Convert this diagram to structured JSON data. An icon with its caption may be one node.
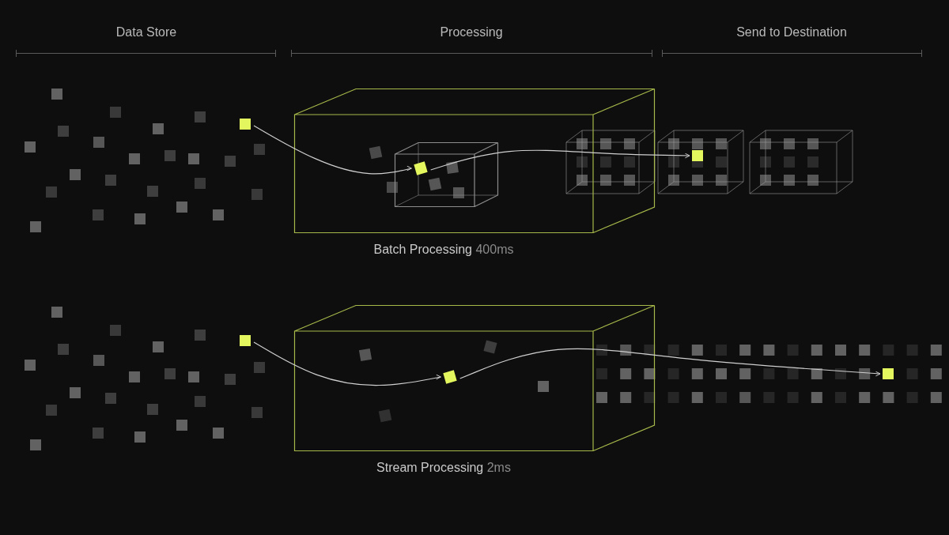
{
  "diagram": {
    "nodes": [
      {
        "text": [],
        "shape": "box"
      },
      {
        "text": [],
        "shape": "box",
        "beside": [
          "Batch Processing",
          "400ms"
        ]
      },
      {
        "text": [],
        "shape": "box",
        "in": 1
      },
      {
        "text": [],
        "shape": "box",
        "in": 2
      },
      {
        "text": [],
        "shape": "box"
      },
      {
        "text": [],
        "shape": "box"
      },
      {
        "text": [],
        "shape": "box",
        "beside": [
          "Stream Processing",
          "2ms"
        ]
      },
      {
        "text": [],
        "shape": "box",
        "in": 6
      },
      {
        "text": [],
        "shape": "box"
      }
    ],
    "edges": [
      {
        "from": 0,
        "to": 3,
        "arrow": "to"
      },
      {
        "from": 3,
        "to": 4,
        "arrow": "to"
      },
      {
        "from": 5,
        "to": 7,
        "arrow": "to"
      },
      {
        "from": 7,
        "to": 8,
        "arrow": "to"
      }
    ],
    "labels": [
      "Data Store",
      "Processing",
      "Send to Destination"
    ]
  }
}
